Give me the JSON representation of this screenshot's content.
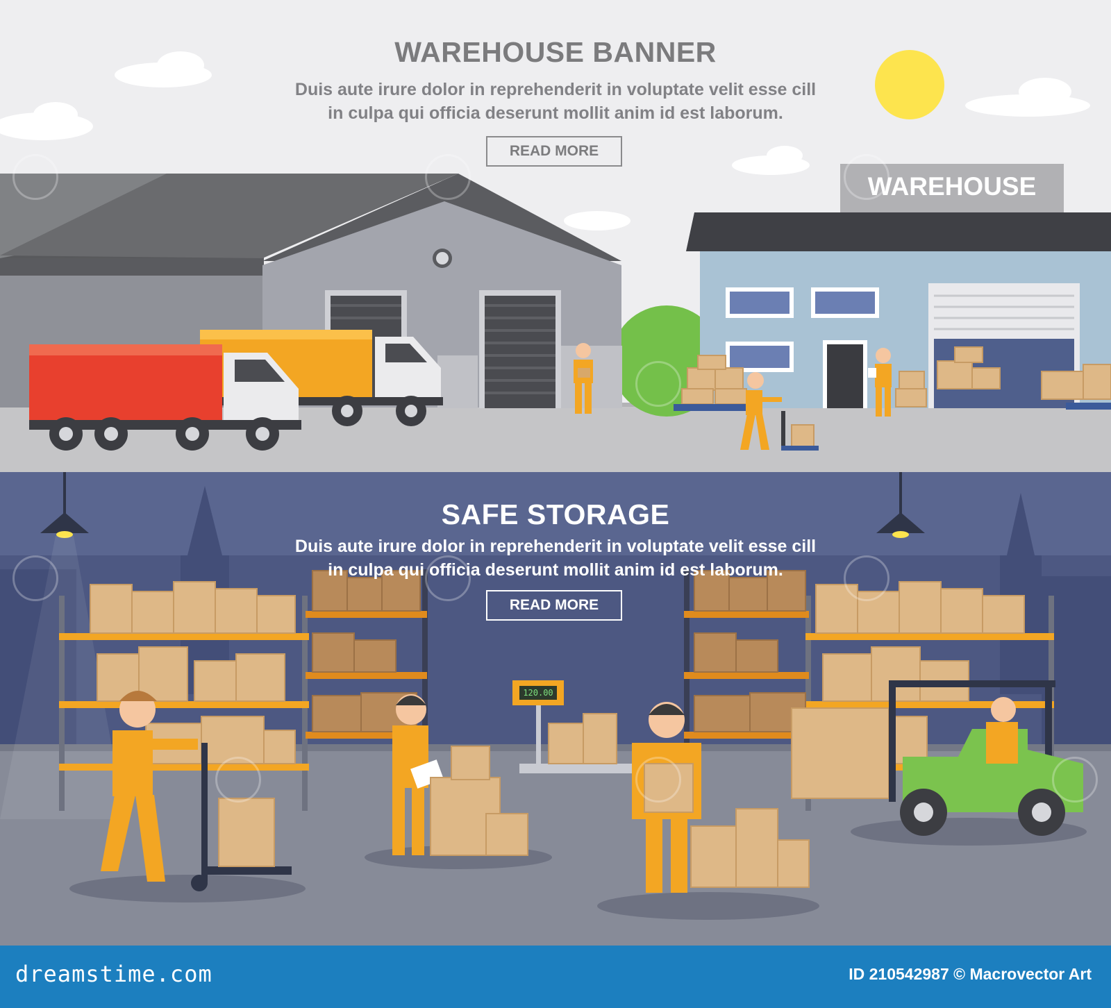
{
  "top_banner": {
    "title": "WAREHOUSE BANNER",
    "text_line1": "Duis aute irure dolor in reprehenderit in voluptate velit esse cill",
    "text_line2": "in culpa qui officia deserunt mollit anim id est laborum.",
    "button_label": "READ MORE",
    "building_sign": "WAREHOUSE"
  },
  "bottom_banner": {
    "title": "SAFE STORAGE",
    "text_line1": "Duis aute irure dolor in reprehenderit in voluptate velit esse cill",
    "text_line2": "in culpa qui officia deserunt mollit anim id est laborum.",
    "button_label": "READ MORE",
    "scale_readout": "120.00"
  },
  "footer": {
    "logo_text": "dreamstime.com",
    "credit": "ID 210542987 © Macrovector Art"
  },
  "colors": {
    "footer_blue": "#1c7fbf",
    "worker_orange": "#f3a623",
    "truck_red": "#e8402e",
    "forklift_green": "#7bc34e",
    "sun_yellow": "#fde44e"
  },
  "icons": [
    "sun-icon",
    "cloud-icon",
    "truck-icon",
    "forklift-icon",
    "cardboard-box-icon",
    "ceiling-lamp-icon",
    "weighing-scale-icon",
    "watermark-spiral-icon"
  ]
}
